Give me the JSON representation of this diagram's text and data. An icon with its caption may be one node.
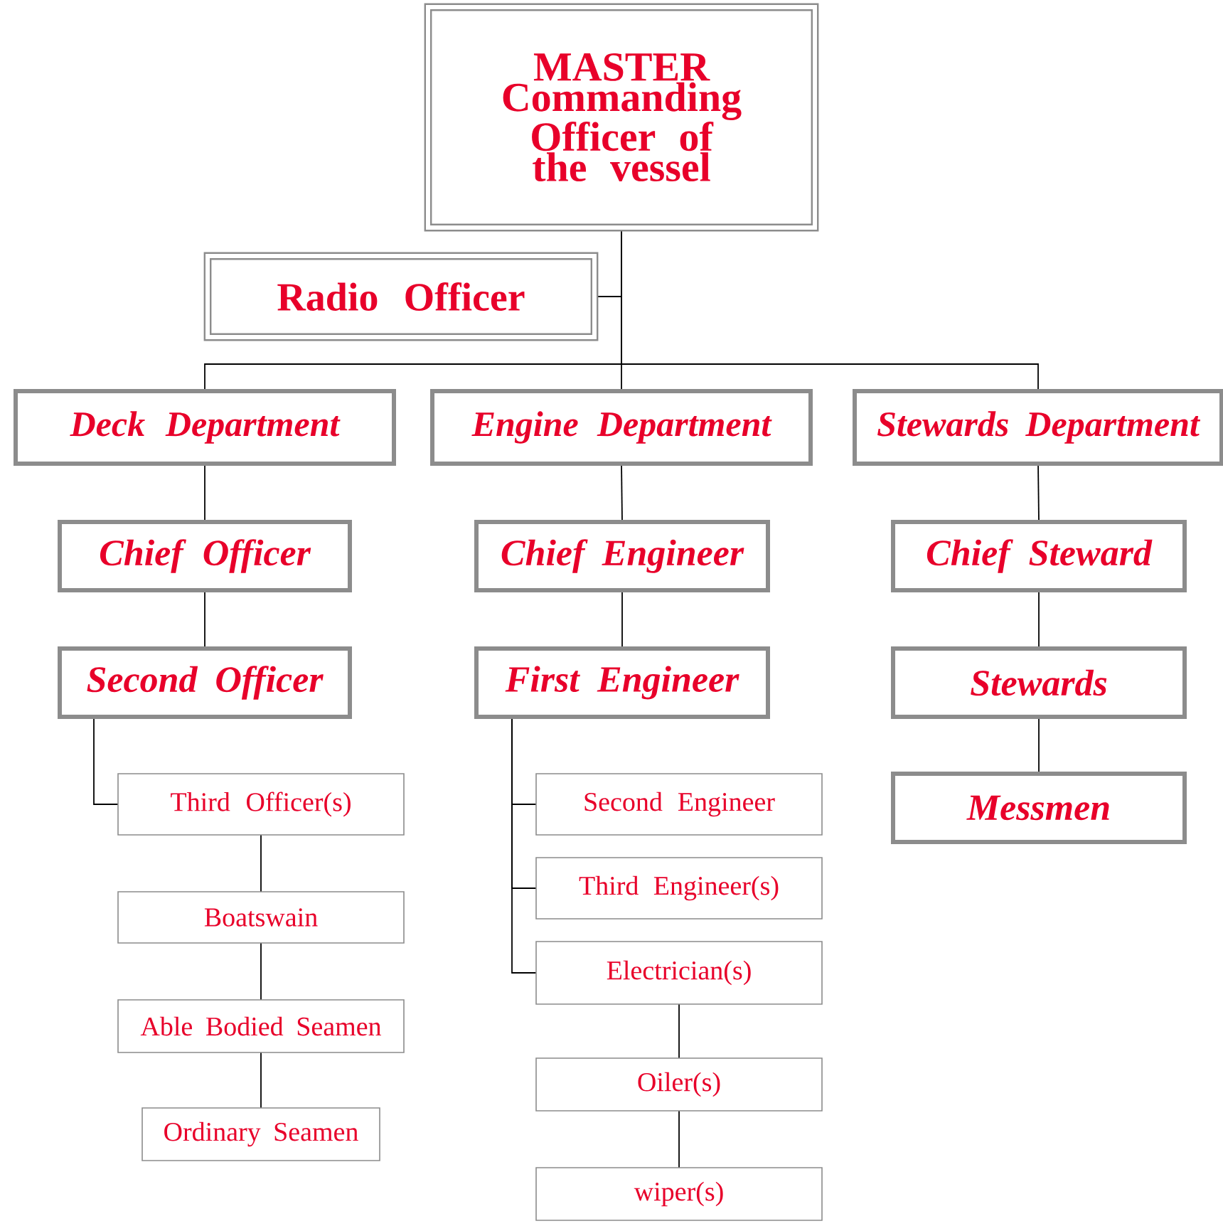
{
  "diagram": {
    "nodes": [
      {
        "text": [
          "MASTER Commanding Officer of the vessel"
        ]
      },
      {
        "text": [
          "Radio Officer"
        ]
      },
      {
        "text": [
          "Deck Department"
        ]
      },
      {
        "text": [
          "Engine Department"
        ]
      },
      {
        "text": [
          "Stewards Department"
        ]
      },
      {
        "text": [
          "Chief Officer"
        ]
      },
      {
        "text": [
          "Second Officer"
        ]
      },
      {
        "text": [
          "Third Officer(s)"
        ]
      },
      {
        "text": [
          "Boatswain"
        ]
      },
      {
        "text": [
          "Able Bodied Seamen"
        ]
      },
      {
        "text": [
          "Ordinary Seamen"
        ]
      },
      {
        "text": [
          "Chief Engineer"
        ]
      },
      {
        "text": [
          "First Engineer"
        ]
      },
      {
        "text": [
          "Second Engineer"
        ]
      },
      {
        "text": [
          "Third Engineer(s)"
        ]
      },
      {
        "text": [
          "Electrician(s)"
        ]
      },
      {
        "text": [
          "Oiler(s)"
        ]
      },
      {
        "text": [
          "wiper(s)"
        ]
      },
      {
        "text": [
          "Chief Steward"
        ]
      },
      {
        "text": [
          "Stewards"
        ]
      },
      {
        "text": [
          "Messmen"
        ]
      }
    ],
    "edges": [
      {
        "from": 0,
        "to": 1,
        "arrow": "none"
      },
      {
        "from": 0,
        "to": 2,
        "arrow": "none"
      },
      {
        "from": 0,
        "to": 3,
        "arrow": "none"
      },
      {
        "from": 0,
        "to": 4,
        "arrow": "none"
      },
      {
        "from": 2,
        "to": 5,
        "arrow": "none"
      },
      {
        "from": 5,
        "to": 6,
        "arrow": "none"
      },
      {
        "from": 6,
        "to": 7,
        "arrow": "none"
      },
      {
        "from": 7,
        "to": 8,
        "arrow": "none"
      },
      {
        "from": 8,
        "to": 9,
        "arrow": "none"
      },
      {
        "from": 9,
        "to": 10,
        "arrow": "none"
      },
      {
        "from": 3,
        "to": 11,
        "arrow": "none"
      },
      {
        "from": 11,
        "to": 12,
        "arrow": "none"
      },
      {
        "from": 12,
        "to": 13,
        "arrow": "none"
      },
      {
        "from": 12,
        "to": 14,
        "arrow": "none"
      },
      {
        "from": 12,
        "to": 15,
        "arrow": "none"
      },
      {
        "from": 15,
        "to": 16,
        "arrow": "none"
      },
      {
        "from": 16,
        "to": 17,
        "arrow": "none"
      },
      {
        "from": 4,
        "to": 18,
        "arrow": "none"
      },
      {
        "from": 18,
        "to": 19,
        "arrow": "none"
      },
      {
        "from": 19,
        "to": 20,
        "arrow": "none"
      }
    ]
  }
}
